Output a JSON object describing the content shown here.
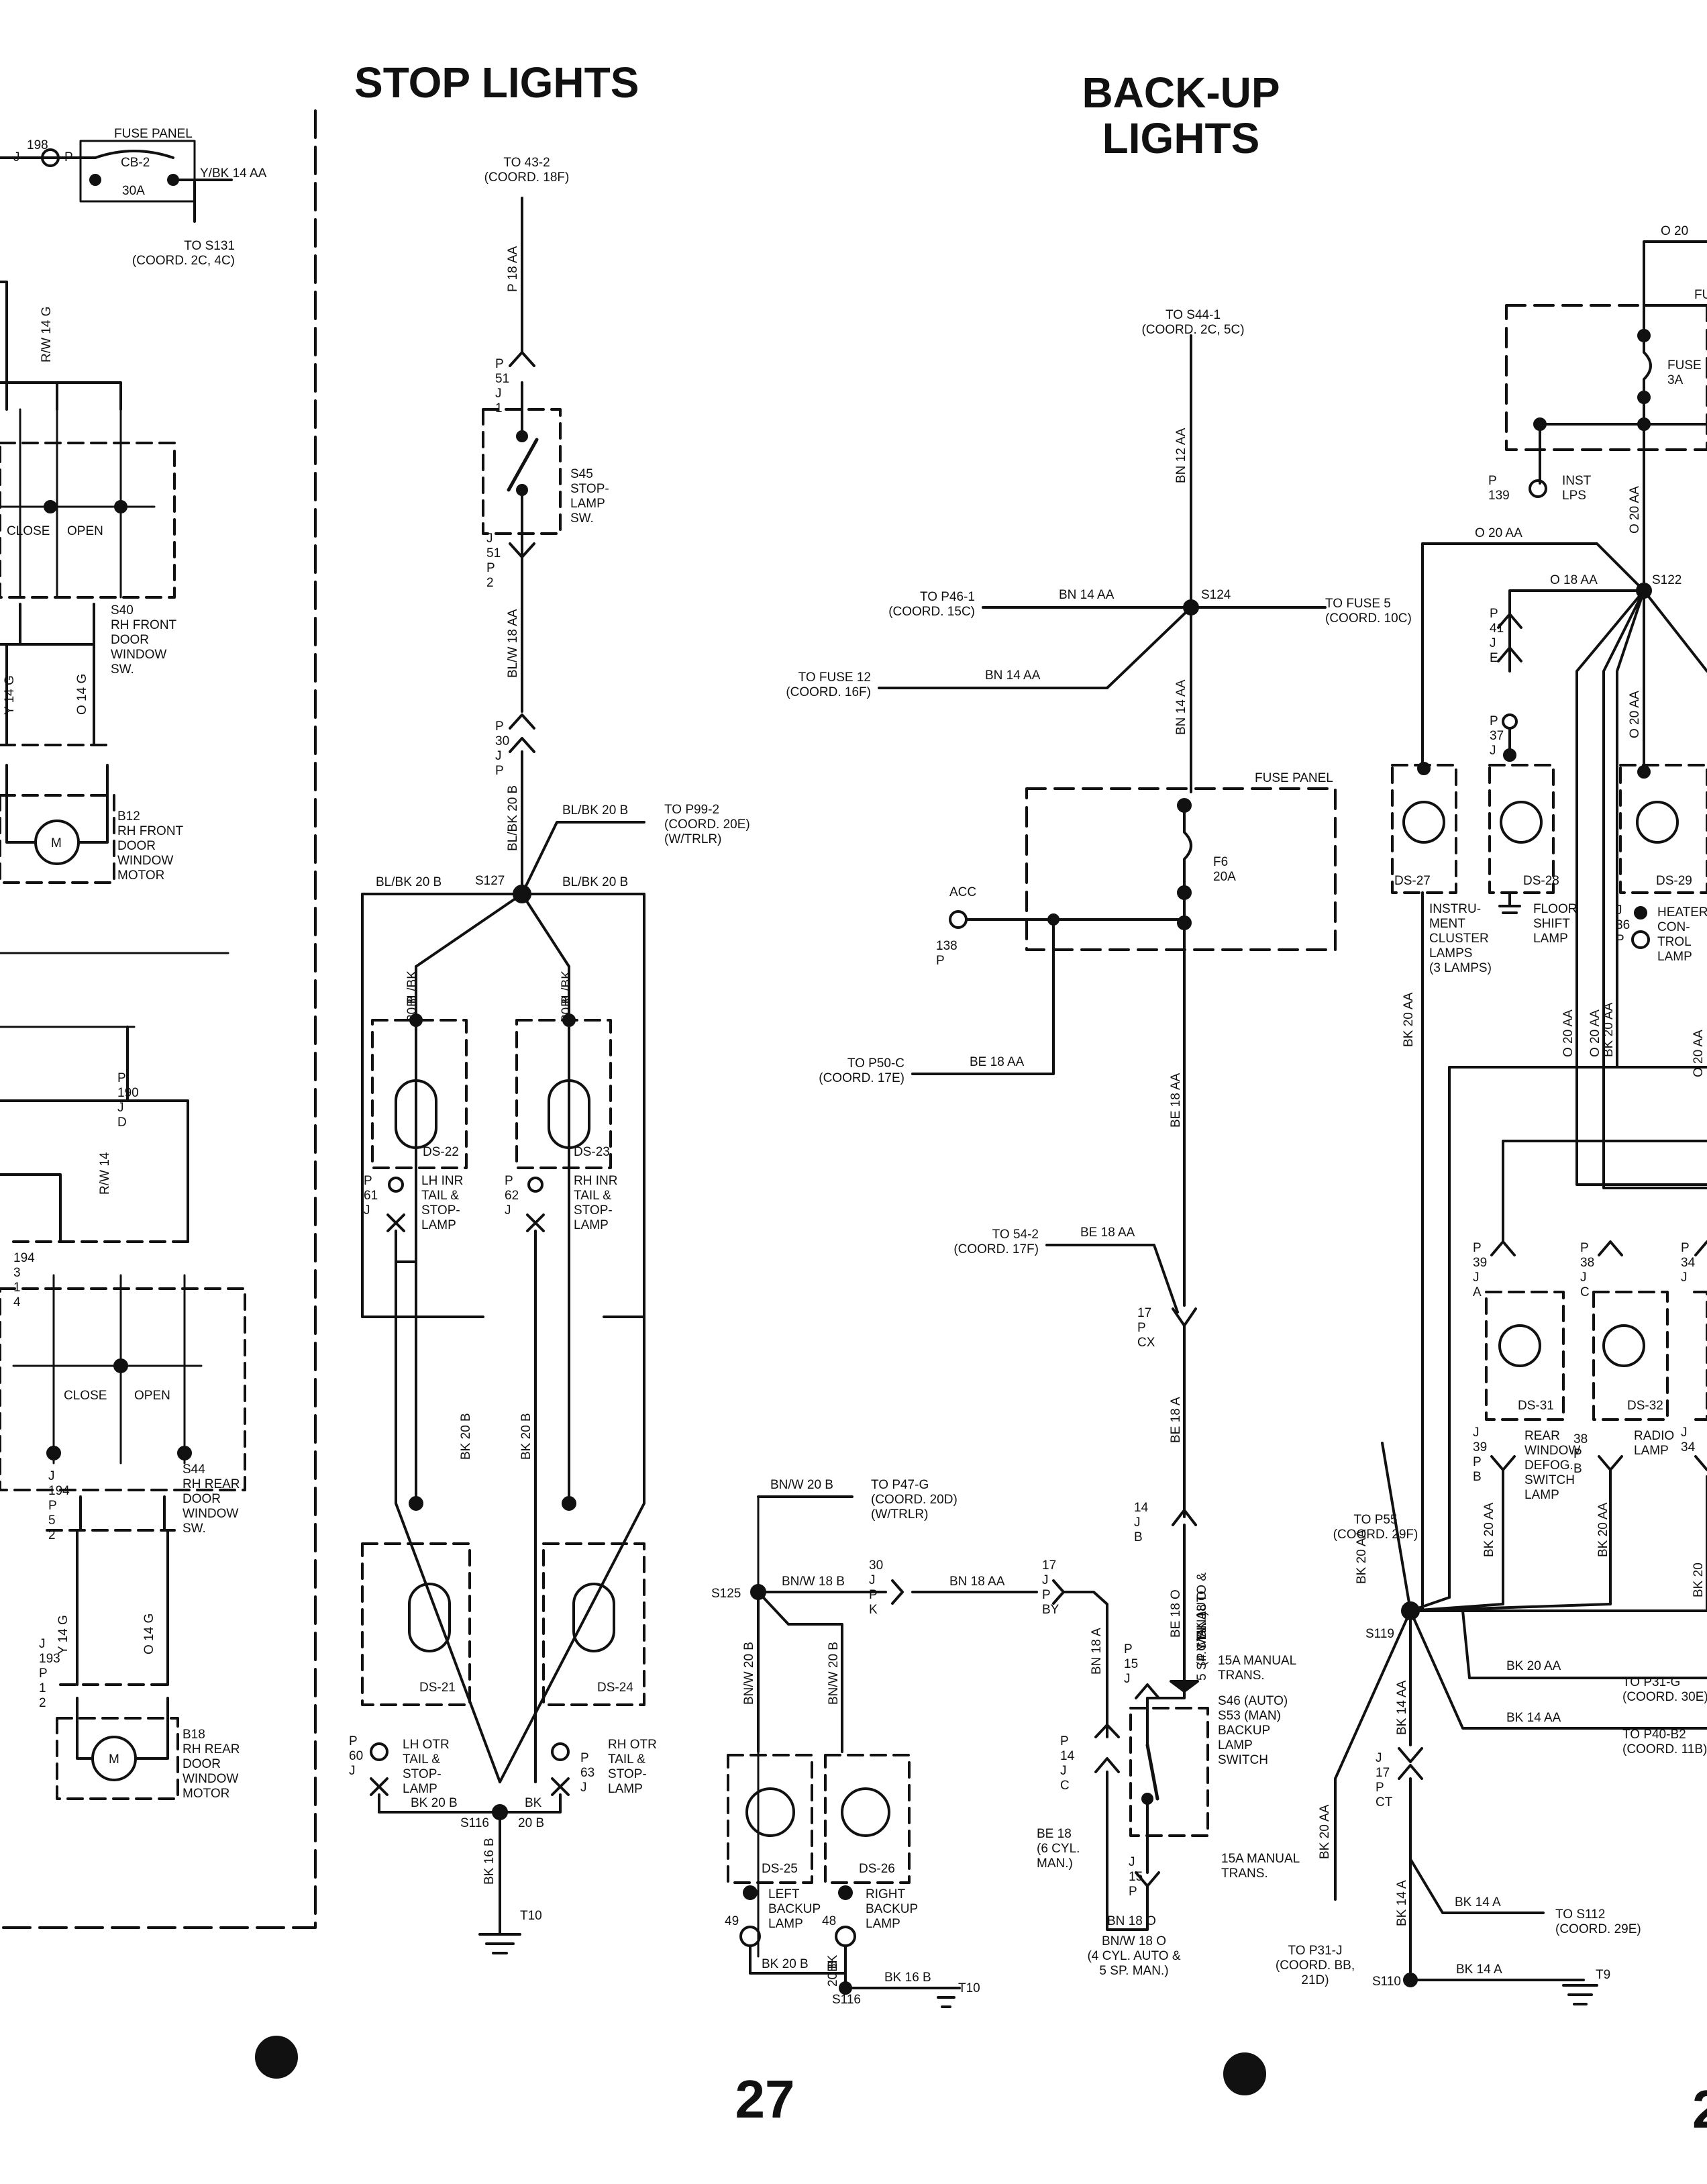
{
  "page": {
    "number": "27",
    "next_page_fragment": "2",
    "headings": {
      "stop_lights": "STOP LIGHTS",
      "backup_lights": [
        "BACK-UP",
        "LIGHTS"
      ]
    }
  },
  "labels": {
    "fuse_panel_left": "FUSE PANEL",
    "cb2": "CB-2",
    "cb2_rating": "30A",
    "conn_j198": "J",
    "conn_198": "198",
    "conn_p198": "P",
    "wire_ybk14aa": "Y/BK 14 AA",
    "to_s131": [
      "TO S131",
      "(COORD. 2C, 4C)"
    ],
    "wire_rw14g": "R/W 14 G",
    "close1": "CLOSE",
    "open1": "OPEN",
    "s40": [
      "S40",
      "RH FRONT",
      "DOOR",
      "WINDOW",
      "SW."
    ],
    "wire_y14g_1": "Y 14 G",
    "wire_o14g_1": "O 14 G",
    "b12": [
      "B12",
      "RH FRONT",
      "DOOR",
      "WINDOW",
      "MOTOR"
    ],
    "motor_m": "M",
    "c190": [
      "P",
      "190",
      "J",
      "D"
    ],
    "wire_rw14": "R/W 14",
    "conn194_top": [
      "194",
      "3",
      "1",
      "4"
    ],
    "close2": "CLOSE",
    "open2": "OPEN",
    "s44": [
      "S44",
      "RH REAR",
      "DOOR",
      "WINDOW",
      "SW."
    ],
    "conn194_bot": [
      "J",
      "194",
      "P",
      "5",
      "2"
    ],
    "wire_y14g_2": "Y 14 G",
    "wire_o14g_2": "O 14 G",
    "conn193": [
      "J",
      "193",
      "P",
      "1",
      "2"
    ],
    "b18": [
      "B18",
      "RH REAR",
      "DOOR",
      "WINDOW",
      "MOTOR"
    ],
    "to_43_2": [
      "TO 43-2",
      "(COORD. 18F)"
    ],
    "wire_p18aa": "P 18 AA",
    "c51_top": [
      "P",
      "51",
      "J",
      "1"
    ],
    "s45": [
      "S45",
      "STOP-",
      "LAMP",
      "SW."
    ],
    "c51_bot": [
      "J",
      "51",
      "P",
      "2"
    ],
    "wire_blw18aa": "BL/W 18 AA",
    "c30_stop": [
      "P",
      "30",
      "J",
      "P"
    ],
    "wire_blbk20b_v": "BL/BK 20 B",
    "wire_blbk20b_1": "BL/BK 20 B",
    "to_p99_2": [
      "TO P99-2",
      "(COORD. 20E)",
      "(W/TRLR)"
    ],
    "wire_blbk20b_2": "BL/BK 20 B",
    "s127": "S127",
    "wire_blbk20b_3": "BL/BK 20 B",
    "wire_blbk20b_4": [
      "BL/BK",
      "20 B"
    ],
    "wire_blbk20b_5": [
      "BL/BK",
      "20 B"
    ],
    "ds22": "DS-22",
    "ds22_desc": [
      "LH INR",
      "TAIL &",
      "STOP-",
      "LAMP"
    ],
    "c61": [
      "P",
      "61",
      "J"
    ],
    "ds23": "DS-23",
    "ds23_desc": [
      "RH INR",
      "TAIL &",
      "STOP-",
      "LAMP"
    ],
    "c62": [
      "P",
      "62",
      "J"
    ],
    "wire_bk20b_l": "BK 20 B",
    "wire_bk20b_r": "BK 20 B",
    "ds21": "DS-21",
    "ds21_desc": [
      "LH OTR",
      "TAIL &",
      "STOP-",
      "LAMP"
    ],
    "c60": [
      "P",
      "60",
      "J"
    ],
    "ds24": "DS-24",
    "ds24_desc": [
      "RH OTR",
      "TAIL &",
      "STOP-",
      "LAMP"
    ],
    "c63": [
      "P",
      "63",
      "J"
    ],
    "wire_bk20b_bot": "BK 20 B",
    "wire_bk_bot": "BK",
    "s116_stop": "S116",
    "wire_20b": "20 B",
    "wire_bk16b_stop": "BK 16 B",
    "t10_stop": "T10",
    "to_s44_1": [
      "TO S44-1",
      "(COORD. 2C, 5C)"
    ],
    "wire_bn12aa": "BN 12 AA",
    "to_p46_1": [
      "TO P46-1",
      "(COORD. 15C)"
    ],
    "wire_bn14aa_1": "BN 14 AA",
    "s124": "S124",
    "to_fuse5": [
      "TO FUSE 5",
      "(COORD. 10C)"
    ],
    "to_fuse12": [
      "TO FUSE 12",
      "(COORD. 16F)"
    ],
    "wire_bn14aa_2": "BN 14 AA",
    "wire_bn14aa_3": "BN 14 AA",
    "fuse_panel_mid": "FUSE PANEL",
    "f6": [
      "F6",
      "20A"
    ],
    "acc": "ACC",
    "c138": [
      "138",
      "P"
    ],
    "to_p50_c": [
      "TO P50-C",
      "(COORD. 17E)"
    ],
    "wire_be18aa_1": "BE 18 AA",
    "wire_be18aa_2": "BE 18 AA",
    "to_54_2": [
      "TO 54-2",
      "(COORD. 17F)"
    ],
    "wire_be18aa_3": "BE 18 AA",
    "c17_cx": [
      "17",
      "P",
      "CX"
    ],
    "wire_be18a": "BE 18 A",
    "c14_b": [
      "14",
      "J",
      "B"
    ],
    "wire_be18o": "BE 18 O",
    "wire_ybk18o": [
      "Y/BK 18 O",
      "(4 CYL. AUTO &",
      "5 SP. MAN.)"
    ],
    "wire_bnw20b_top": "BN/W 20 B",
    "to_p47_g": [
      "TO P47-G",
      "(COORD. 20D)",
      "(W/TRLR)"
    ],
    "s125": "S125",
    "c30_back": [
      "30",
      "J",
      "P",
      "K"
    ],
    "wire_bnw18b": "BN/W 18 B",
    "wire_bn18aa": "BN 18 AA",
    "c17_by": [
      "17",
      "J",
      "P",
      "BY"
    ],
    "wire_bnw20b_l": "BN/W 20 B",
    "wire_bnw20b_r": "BN/W 20 B",
    "ds25": "DS-25",
    "ds25_desc": [
      "LEFT",
      "BACKUP",
      "LAMP"
    ],
    "c49": "49",
    "ds26": "DS-26",
    "ds26_desc": [
      "RIGHT",
      "BACKUP",
      "LAMP"
    ],
    "c48": "48",
    "wire_bk20b_back": "BK 20 B",
    "wire_bk20b_back2": [
      "BK",
      "20 B"
    ],
    "wire_bk16b_back": "BK 16 B",
    "s116_back": "S116",
    "t10_back": "T10",
    "wire_bn18a": "BN 18 A",
    "c15_top": [
      "P",
      "15",
      "J"
    ],
    "trans_top": [
      "15A MANUAL",
      "TRANS."
    ],
    "s46": [
      "S46 (AUTO)",
      "S53 (MAN)",
      "BACKUP",
      "LAMP",
      "SWITCH"
    ],
    "c14_c": [
      "P",
      "14",
      "J",
      "C"
    ],
    "be18_6cyl": [
      "BE 18",
      "(6 CYL.",
      "MAN.)"
    ],
    "c15_bot": [
      "J",
      "15",
      "P"
    ],
    "trans_bot": [
      "15A MANUAL",
      "TRANS."
    ],
    "wire_bn18o": "BN 18 O",
    "wire_bnw18o": [
      "BN/W 18 O",
      "(4 CYL. AUTO &",
      "5 SP. MAN.)"
    ],
    "wire_o20top": "O 20",
    "fuse_r_partial": "FU",
    "fuse3a": [
      "FUSE",
      "3A"
    ],
    "inst_lps": [
      "INST",
      "LPS"
    ],
    "c139": [
      "P",
      "139"
    ],
    "wire_o20aa_1": "O 20 AA",
    "wire_o20aa_v": "O 20 AA",
    "wire_o18aa": "O 18 AA",
    "s122": "S122",
    "c41": [
      "P",
      "41",
      "J",
      "E"
    ],
    "c37": [
      "P",
      "37",
      "J"
    ],
    "wire_o20aa_v2": "O 20 AA",
    "ds27": "DS-27",
    "ds27_desc": [
      "INSTRU-",
      "MENT",
      "CLUSTER",
      "LAMPS",
      "(3 LAMPS)"
    ],
    "ds28": "DS-28",
    "ds28_desc": [
      "FLOOR",
      "SHIFT",
      "LAMP"
    ],
    "ds29": "DS-29",
    "ds29_desc": [
      "HEATER",
      "CON-",
      "TROL",
      "LAMP"
    ],
    "c36": [
      "J",
      "36",
      "P"
    ],
    "wire_bk20aa_1": "BK 20 AA",
    "wire_o20aa_3": "O 20 AA",
    "wire_o20aa_4": "O 20 AA",
    "wire_bk20aa_2": "BK 20 AA",
    "wire_o20aa_5": "O 20 AA",
    "c39_top": [
      "P",
      "39",
      "J",
      "A"
    ],
    "c38_top": [
      "P",
      "38",
      "J",
      "C"
    ],
    "c34_top": [
      "P",
      "34",
      "J"
    ],
    "ds31": "DS-31",
    "ds31_desc": [
      "REAR",
      "WINDOW",
      "DEFOG.",
      "SWITCH",
      "LAMP"
    ],
    "ds32": "DS-32",
    "ds32_desc": [
      "RADIO",
      "LAMP"
    ],
    "c39_bot": [
      "J",
      "39",
      "P",
      "B"
    ],
    "c38_bot": [
      "38",
      "P",
      "B"
    ],
    "c34_bot": [
      "J",
      "34"
    ],
    "to_p55": [
      "TO P55",
      "(COORD. 29F)"
    ],
    "wire_bk20aa_3": "BK 20 AA",
    "wire_bk20aa_4": "BK 20 AA",
    "wire_bk20aa_5": "BK 20 AA",
    "wire_bk20aa_6": "BK 20",
    "s119": "S119",
    "wire_bk20aa_7": "BK 20 AA",
    "to_p31_g": [
      "TO P31-G",
      "(COORD. 30E)"
    ],
    "wire_bk14aa_1": "BK 14 AA",
    "wire_bk14aa_2": "BK 14 AA",
    "to_p40_b2": [
      "TO P40-B2",
      "(COORD. 11B)"
    ],
    "wire_bk20aa_8": "BK 20 AA",
    "c17_ct": [
      "J",
      "17",
      "P",
      "CT"
    ],
    "wire_bk14a_1": "BK 14 A",
    "to_s112": [
      "TO S112",
      "(COORD. 29E)"
    ],
    "to_p31_j": [
      "TO P31-J",
      "(COORD. BB,",
      "21D)"
    ],
    "wire_bk14a_v": "BK 14 A",
    "s110": "S110",
    "wire_bk14a_2": "BK 14 A",
    "t9": "T9"
  }
}
